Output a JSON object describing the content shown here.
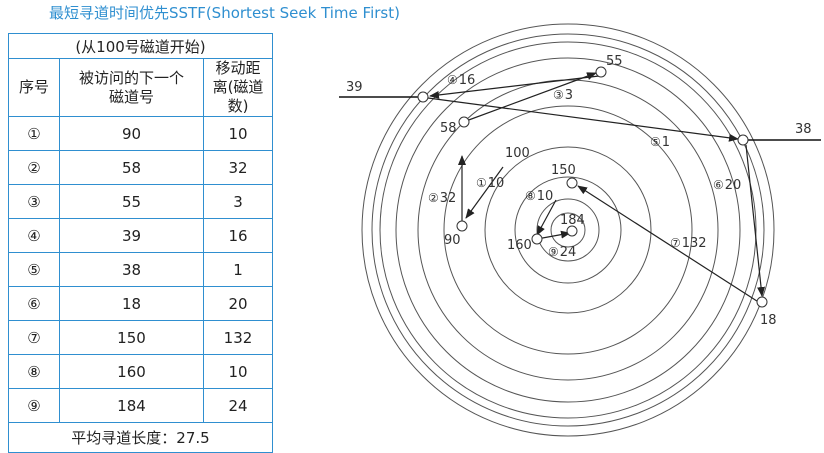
{
  "title": "最短寻道时间优先SSTF(Shortest Seek Time First)",
  "table": {
    "caption": "(从100号磁道开始)",
    "headers": [
      "序号",
      "被访问的下一个磁道号",
      "移动距离(磁道数)"
    ],
    "rows": [
      {
        "seq": "①",
        "track": "90",
        "distance": "10"
      },
      {
        "seq": "②",
        "track": "58",
        "distance": "32"
      },
      {
        "seq": "③",
        "track": "55",
        "distance": "3"
      },
      {
        "seq": "④",
        "track": "39",
        "distance": "16"
      },
      {
        "seq": "⑤",
        "track": "38",
        "distance": "1"
      },
      {
        "seq": "⑥",
        "track": "18",
        "distance": "20"
      },
      {
        "seq": "⑦",
        "track": "150",
        "distance": "132"
      },
      {
        "seq": "⑧",
        "track": "160",
        "distance": "10"
      },
      {
        "seq": "⑨",
        "track": "184",
        "distance": "24"
      }
    ],
    "footer": "平均寻道长度：27.5"
  },
  "diagram": {
    "start": "100",
    "nodes": [
      "90",
      "58",
      "55",
      "39",
      "38",
      "18",
      "150",
      "160",
      "184"
    ],
    "steps": [
      {
        "num": "①",
        "dist": "10"
      },
      {
        "num": "②",
        "dist": "32"
      },
      {
        "num": "③",
        "dist": "3"
      },
      {
        "num": "④",
        "dist": "16"
      },
      {
        "num": "⑤",
        "dist": "1"
      },
      {
        "num": "⑥",
        "dist": "20"
      },
      {
        "num": "⑦",
        "dist": "132"
      },
      {
        "num": "⑧",
        "dist": "10"
      },
      {
        "num": "⑨",
        "dist": "24"
      }
    ]
  }
}
